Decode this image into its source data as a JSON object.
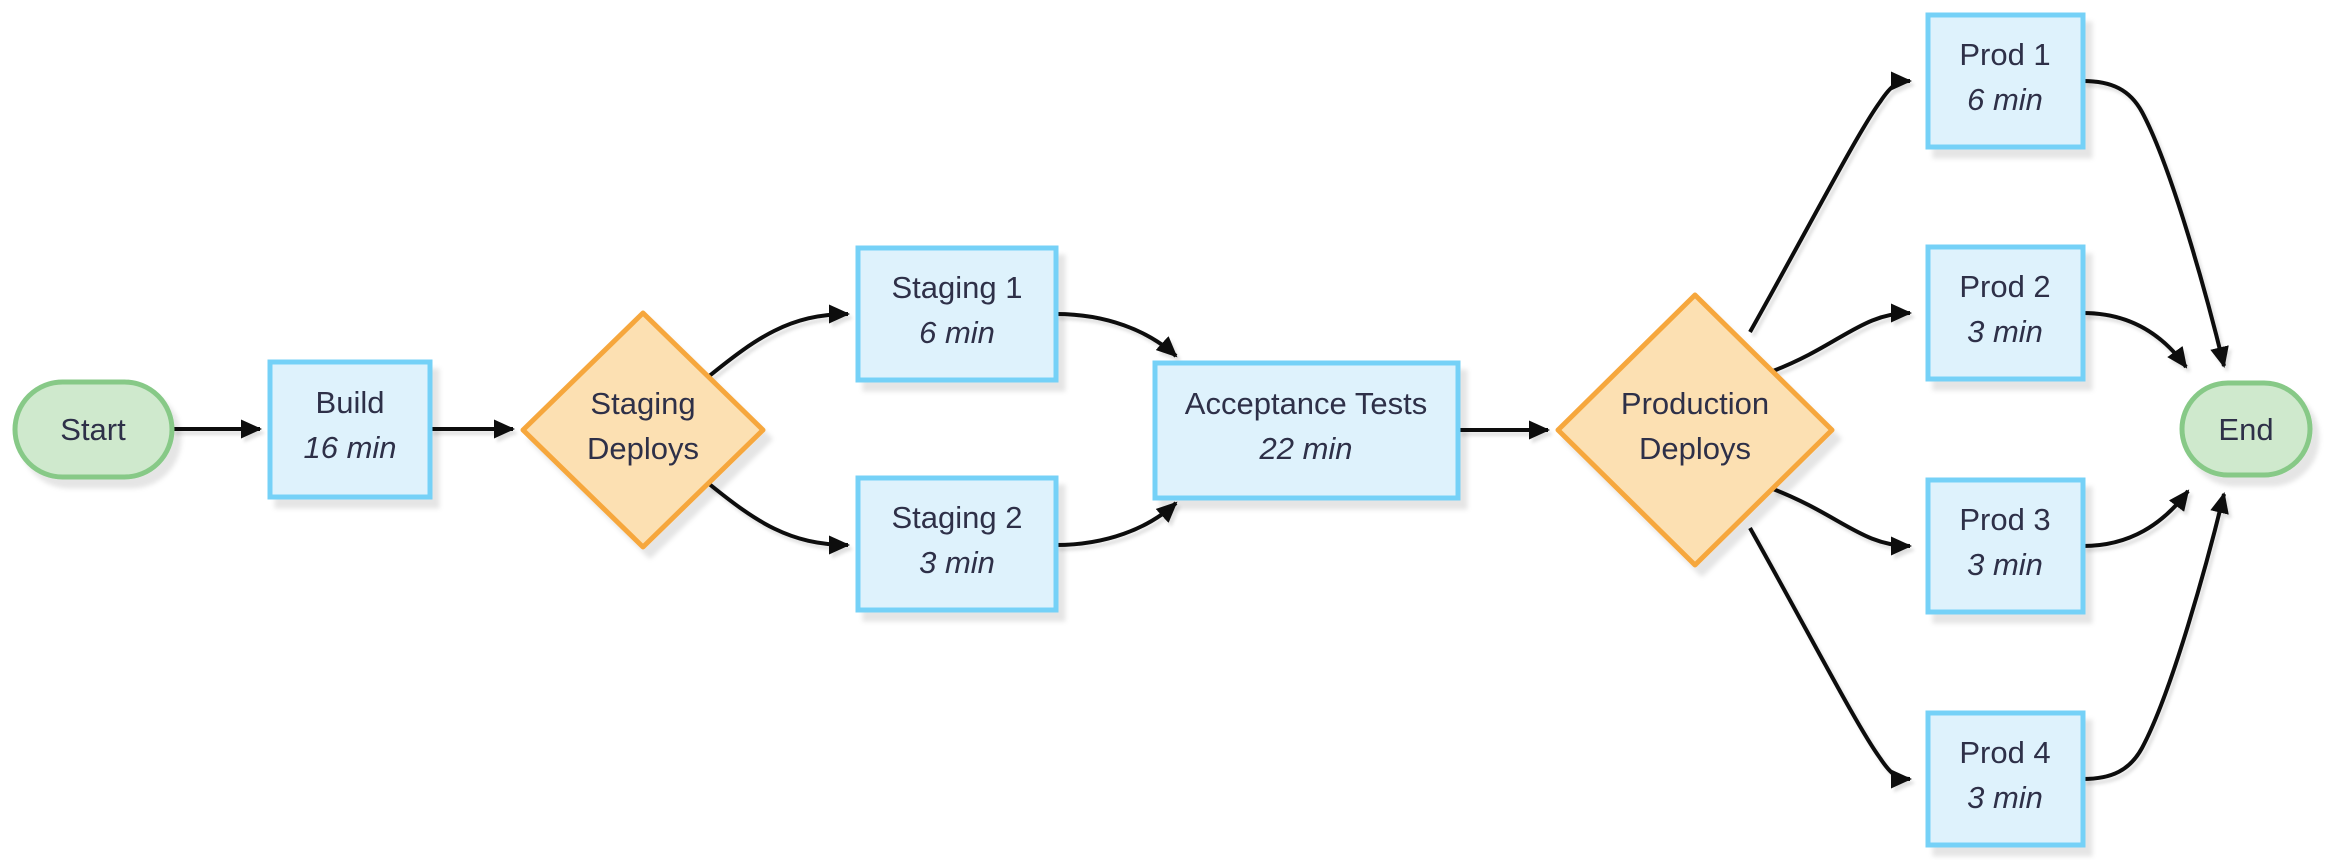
{
  "diagram": {
    "type": "flowchart",
    "direction": "left-to-right",
    "background": "#ffffff",
    "palette": {
      "terminal_fill": "#cfe9cd",
      "terminal_stroke": "#87c987",
      "process_fill": "#def2fc",
      "process_stroke": "#74d1f7",
      "decision_fill": "#fce0b2",
      "decision_stroke": "#f6a73e",
      "edge_color": "#0c0c0c",
      "label_color": "#2e3048"
    },
    "nodes": {
      "start": {
        "label": "Start",
        "shape": "stadium"
      },
      "build": {
        "label": "Build",
        "duration": "16 min",
        "shape": "process"
      },
      "staging_deploys": {
        "label_line1": "Staging",
        "label_line2": "Deploys",
        "shape": "decision"
      },
      "staging_1": {
        "label": "Staging 1",
        "duration": "6 min",
        "shape": "process"
      },
      "staging_2": {
        "label": "Staging 2",
        "duration": "3 min",
        "shape": "process"
      },
      "acceptance_tests": {
        "label": "Acceptance Tests",
        "duration": "22 min",
        "shape": "process"
      },
      "production_deploys": {
        "label_line1": "Production",
        "label_line2": "Deploys",
        "shape": "decision"
      },
      "prod_1": {
        "label": "Prod 1",
        "duration": "6 min",
        "shape": "process"
      },
      "prod_2": {
        "label": "Prod 2",
        "duration": "3 min",
        "shape": "process"
      },
      "prod_3": {
        "label": "Prod 3",
        "duration": "3 min",
        "shape": "process"
      },
      "prod_4": {
        "label": "Prod 4",
        "duration": "3 min",
        "shape": "process"
      },
      "end": {
        "label": "End",
        "shape": "stadium"
      }
    },
    "edges": [
      {
        "from": "start",
        "to": "build"
      },
      {
        "from": "build",
        "to": "staging_deploys"
      },
      {
        "from": "staging_deploys",
        "to": "staging_1"
      },
      {
        "from": "staging_deploys",
        "to": "staging_2"
      },
      {
        "from": "staging_1",
        "to": "acceptance_tests"
      },
      {
        "from": "staging_2",
        "to": "acceptance_tests"
      },
      {
        "from": "acceptance_tests",
        "to": "production_deploys"
      },
      {
        "from": "production_deploys",
        "to": "prod_1"
      },
      {
        "from": "production_deploys",
        "to": "prod_2"
      },
      {
        "from": "production_deploys",
        "to": "prod_3"
      },
      {
        "from": "production_deploys",
        "to": "prod_4"
      },
      {
        "from": "prod_1",
        "to": "end"
      },
      {
        "from": "prod_2",
        "to": "end"
      },
      {
        "from": "prod_3",
        "to": "end"
      },
      {
        "from": "prod_4",
        "to": "end"
      }
    ]
  }
}
